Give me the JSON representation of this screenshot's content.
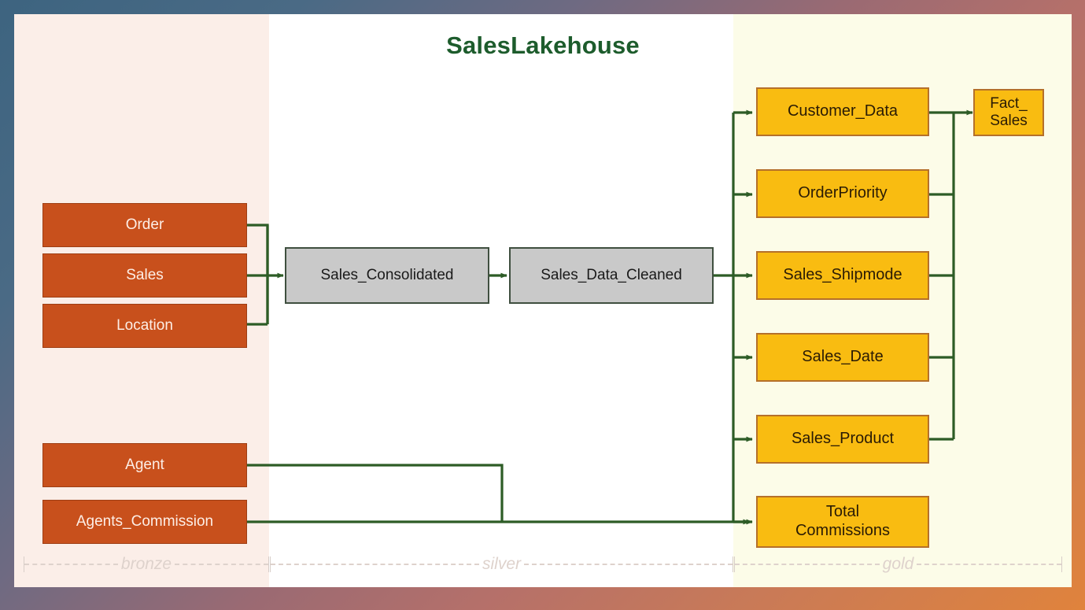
{
  "diagram": {
    "title": "SalesLakehouse",
    "title_color": "#1d5c2c",
    "connector_color": "#2d5c26"
  },
  "bands": [
    {
      "key": "bronze",
      "label": "bronze",
      "fill": "#fbeee8"
    },
    {
      "key": "silver",
      "label": "silver",
      "fill": "#ffffff"
    },
    {
      "key": "gold",
      "label": "gold",
      "fill": "#fcfce8"
    }
  ],
  "bronze_boxes": [
    {
      "label": "Order"
    },
    {
      "label": "Sales"
    },
    {
      "label": "Location"
    },
    {
      "label": "Agent"
    },
    {
      "label": "Agents_Commission"
    }
  ],
  "silver_boxes": [
    {
      "label": "Sales_Consolidated"
    },
    {
      "label": "Sales_Data_Cleaned"
    }
  ],
  "gold_boxes": [
    {
      "label": "Customer_Data"
    },
    {
      "label": "OrderPriority"
    },
    {
      "label": "Sales_Shipmode"
    },
    {
      "label": "Sales_Date"
    },
    {
      "label": "Sales_Product"
    },
    {
      "label": "Total\nCommissions",
      "line1": "Total",
      "line2": "Commissions"
    }
  ],
  "fact_box": {
    "line1": "Fact_",
    "line2": "Sales"
  },
  "colors": {
    "bronze_box": "#c8501c",
    "silver_box": "#c9c9c9",
    "gold_box": "#f9bc11",
    "gold_border": "#b5702a",
    "arrow": "#2d5c26"
  }
}
